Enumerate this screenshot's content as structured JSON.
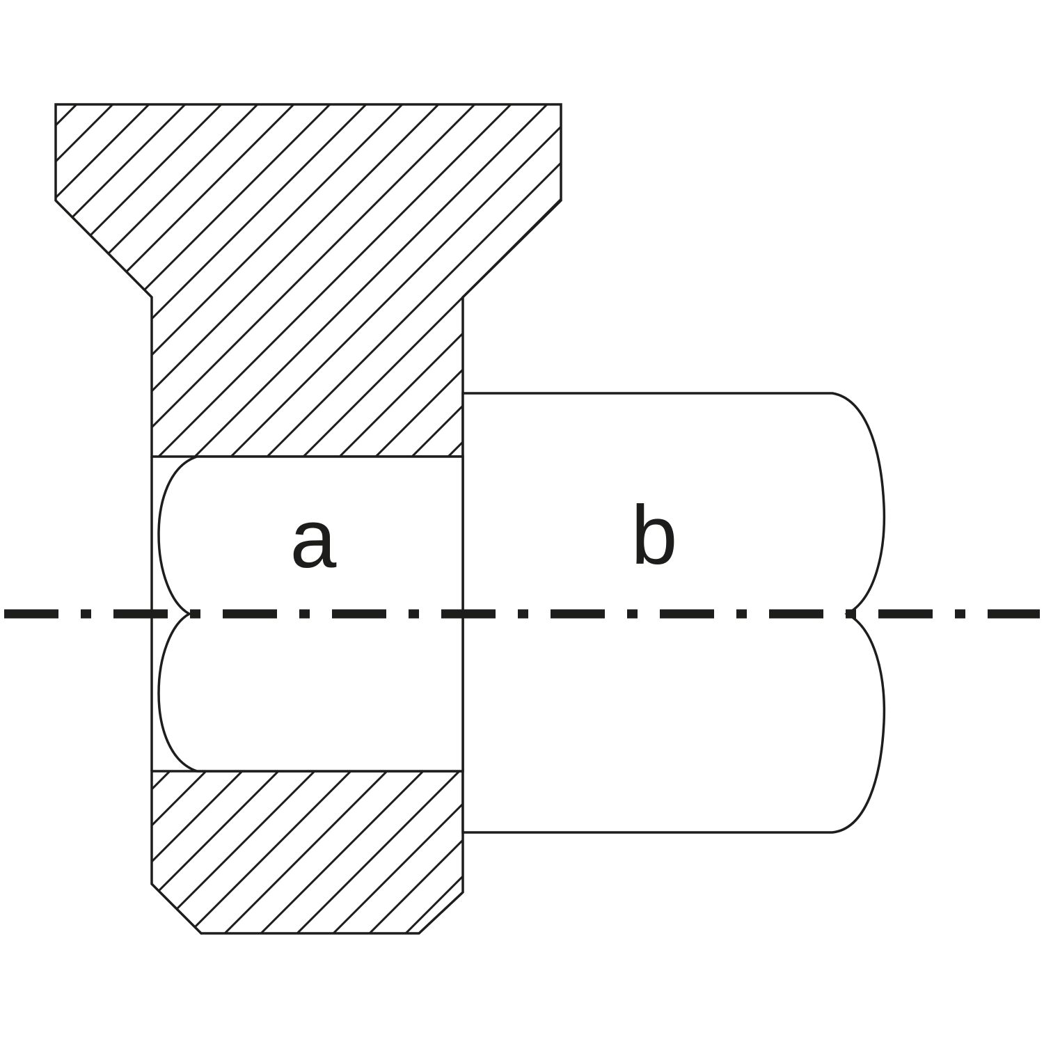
{
  "diagram": {
    "type": "technical-cross-section",
    "description": "Cross-section drawing of a countersunk part with two bore cavities on a common axis",
    "labels": {
      "a": "a",
      "b": "b"
    },
    "colors": {
      "line": "#1d1d1b",
      "background": "#ffffff"
    }
  }
}
